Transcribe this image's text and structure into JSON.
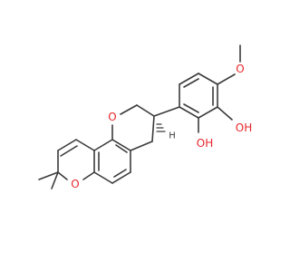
{
  "molecule": {
    "colors": {
      "bond": "#3a3a3a",
      "oxygen": "#e8262b"
    },
    "atoms": [
      {
        "id": "O_pyran",
        "label": "O",
        "color": "#e8262b"
      },
      {
        "id": "O_chroman",
        "label": "O",
        "color": "#e8262b"
      },
      {
        "id": "OH_1",
        "label": "OH",
        "color": "#e8262b"
      },
      {
        "id": "OH_2",
        "label": "OH",
        "color": "#e8262b"
      },
      {
        "id": "O_methoxy",
        "label": "O",
        "color": "#e8262b"
      },
      {
        "id": "H_stereo",
        "label": "H",
        "color": "#3a3a3a"
      }
    ]
  }
}
